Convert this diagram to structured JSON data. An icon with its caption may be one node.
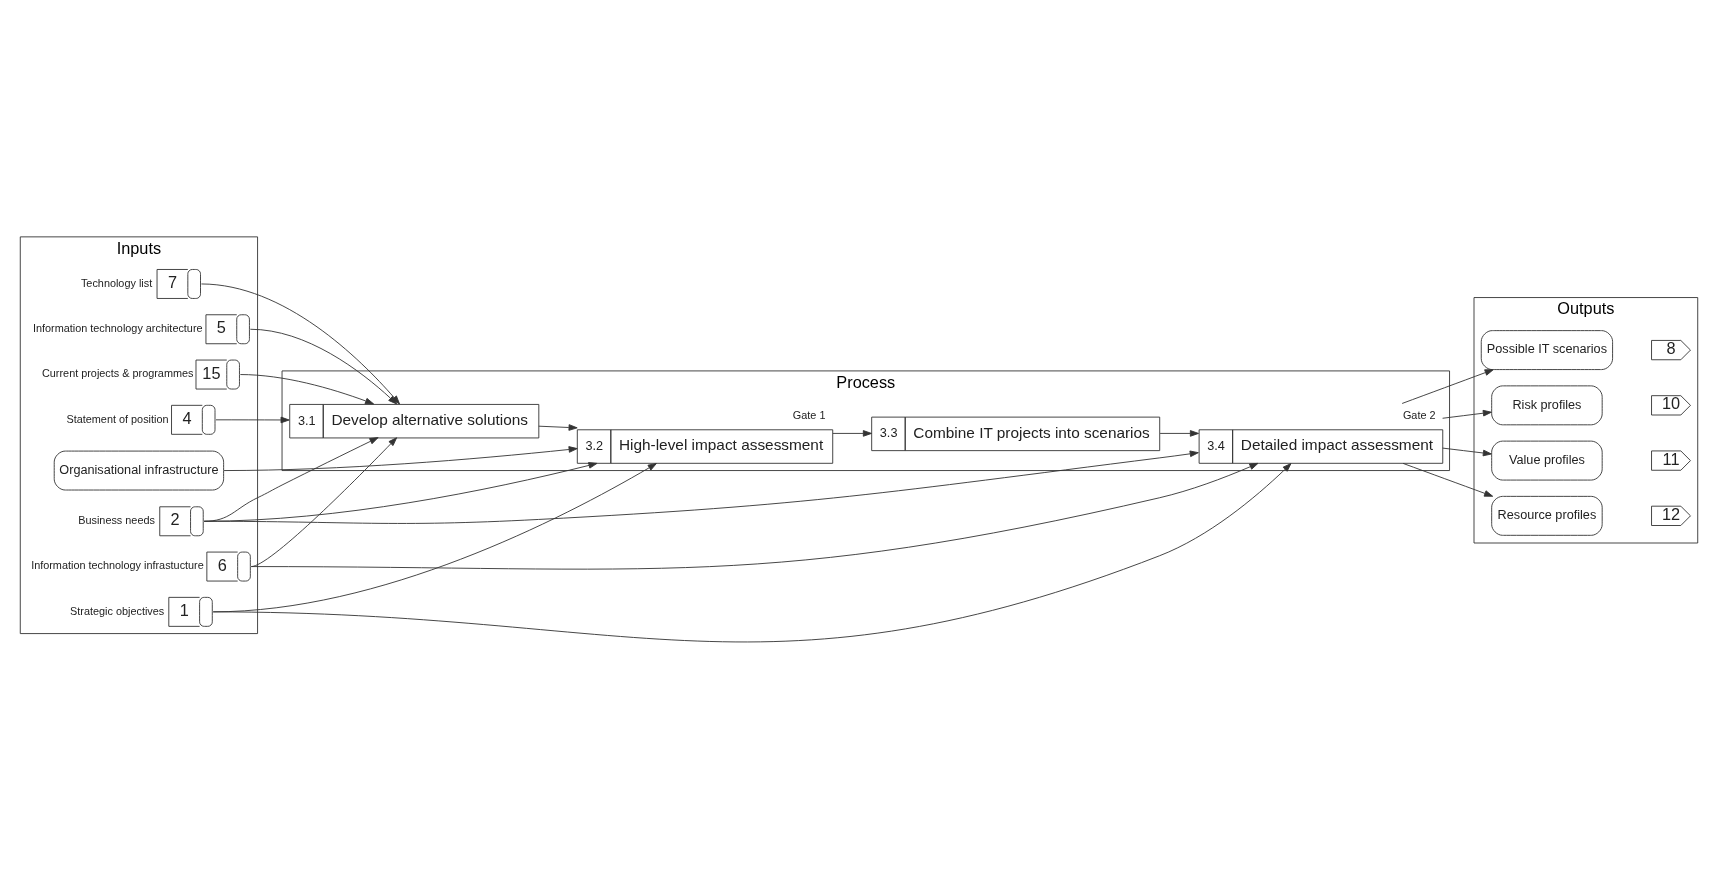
{
  "diagram": {
    "nodes": [
      {
        "text": [
          "Inputs"
        ]
      },
      {
        "text": [
          "Process"
        ]
      },
      {
        "text": [
          "Outputs"
        ]
      },
      {
        "text": [
          "2"
        ],
        "beside": [
          "Business needs"
        ],
        "in": 0
      },
      {
        "text": [
          "7"
        ],
        "beside": [
          "Technology list"
        ],
        "in": 0
      },
      {
        "text": [
          "6"
        ],
        "beside": [
          "Information technology infrastucture"
        ],
        "in": 0
      },
      {
        "text": [
          "5"
        ],
        "beside": [
          "Information technology architecture"
        ],
        "in": 0
      },
      {
        "text": [
          "1"
        ],
        "beside": [
          "Strategic objectives"
        ],
        "in": 0
      },
      {
        "text": [
          "Organisational infrastructure"
        ],
        "in": 0
      },
      {
        "text": [
          "15"
        ],
        "beside": [
          "Current projects & programmes"
        ],
        "in": 0
      },
      {
        "text": [
          "4"
        ],
        "beside": [
          "Statement of position"
        ],
        "in": 0
      },
      {
        "text": [
          "3.1",
          "Develop alternative solutions"
        ],
        "in": 1
      },
      {
        "text": [
          "3.2",
          "High-level impact assessment"
        ],
        "beside": [
          "Gate 1"
        ],
        "in": 1
      },
      {
        "text": [
          "3.3",
          "Combine IT projects into scenarios"
        ],
        "in": 1
      },
      {
        "text": [
          "3.4",
          "Detailed impact assessment"
        ],
        "beside": [
          "Gate 2"
        ],
        "in": 1
      },
      {
        "text": [
          "Possible IT scenarios"
        ],
        "in": 2
      },
      {
        "text": [
          "8"
        ],
        "in": 2
      },
      {
        "text": [
          "Risk profiles"
        ],
        "in": 2
      },
      {
        "text": [
          "10"
        ],
        "in": 2
      },
      {
        "text": [
          "Value profiles"
        ],
        "in": 2
      },
      {
        "text": [
          "11"
        ],
        "in": 2
      },
      {
        "text": [
          "Resource profiles"
        ],
        "in": 2
      },
      {
        "text": [
          "12"
        ],
        "in": 2
      }
    ],
    "edges": [
      {
        "from": 3,
        "to": 11,
        "arrow": "to"
      },
      {
        "from": 4,
        "to": 11,
        "arrow": "to"
      },
      {
        "from": 5,
        "to": 11,
        "arrow": "to"
      },
      {
        "from": 6,
        "to": 11,
        "arrow": "to"
      },
      {
        "from": 9,
        "to": 11,
        "arrow": "to"
      },
      {
        "from": 10,
        "to": 11,
        "arrow": "to"
      },
      {
        "from": 3,
        "to": 12,
        "arrow": "to"
      },
      {
        "from": 11,
        "to": 12,
        "arrow": "to"
      },
      {
        "from": 7,
        "to": 12,
        "arrow": "to"
      },
      {
        "from": 8,
        "to": 12,
        "arrow": "to"
      },
      {
        "from": 12,
        "to": 13,
        "arrow": "to"
      },
      {
        "from": 13,
        "to": 14,
        "arrow": "to"
      },
      {
        "from": 5,
        "to": 14,
        "arrow": "to"
      },
      {
        "from": 7,
        "to": 14,
        "arrow": "to"
      },
      {
        "from": 3,
        "to": 14,
        "arrow": "to"
      },
      {
        "from": 14,
        "to": 15,
        "arrow": "to"
      },
      {
        "from": 14,
        "to": 17,
        "arrow": "to"
      },
      {
        "from": 14,
        "to": 19,
        "arrow": "to"
      },
      {
        "from": 14,
        "to": 21,
        "arrow": "to"
      }
    ]
  }
}
